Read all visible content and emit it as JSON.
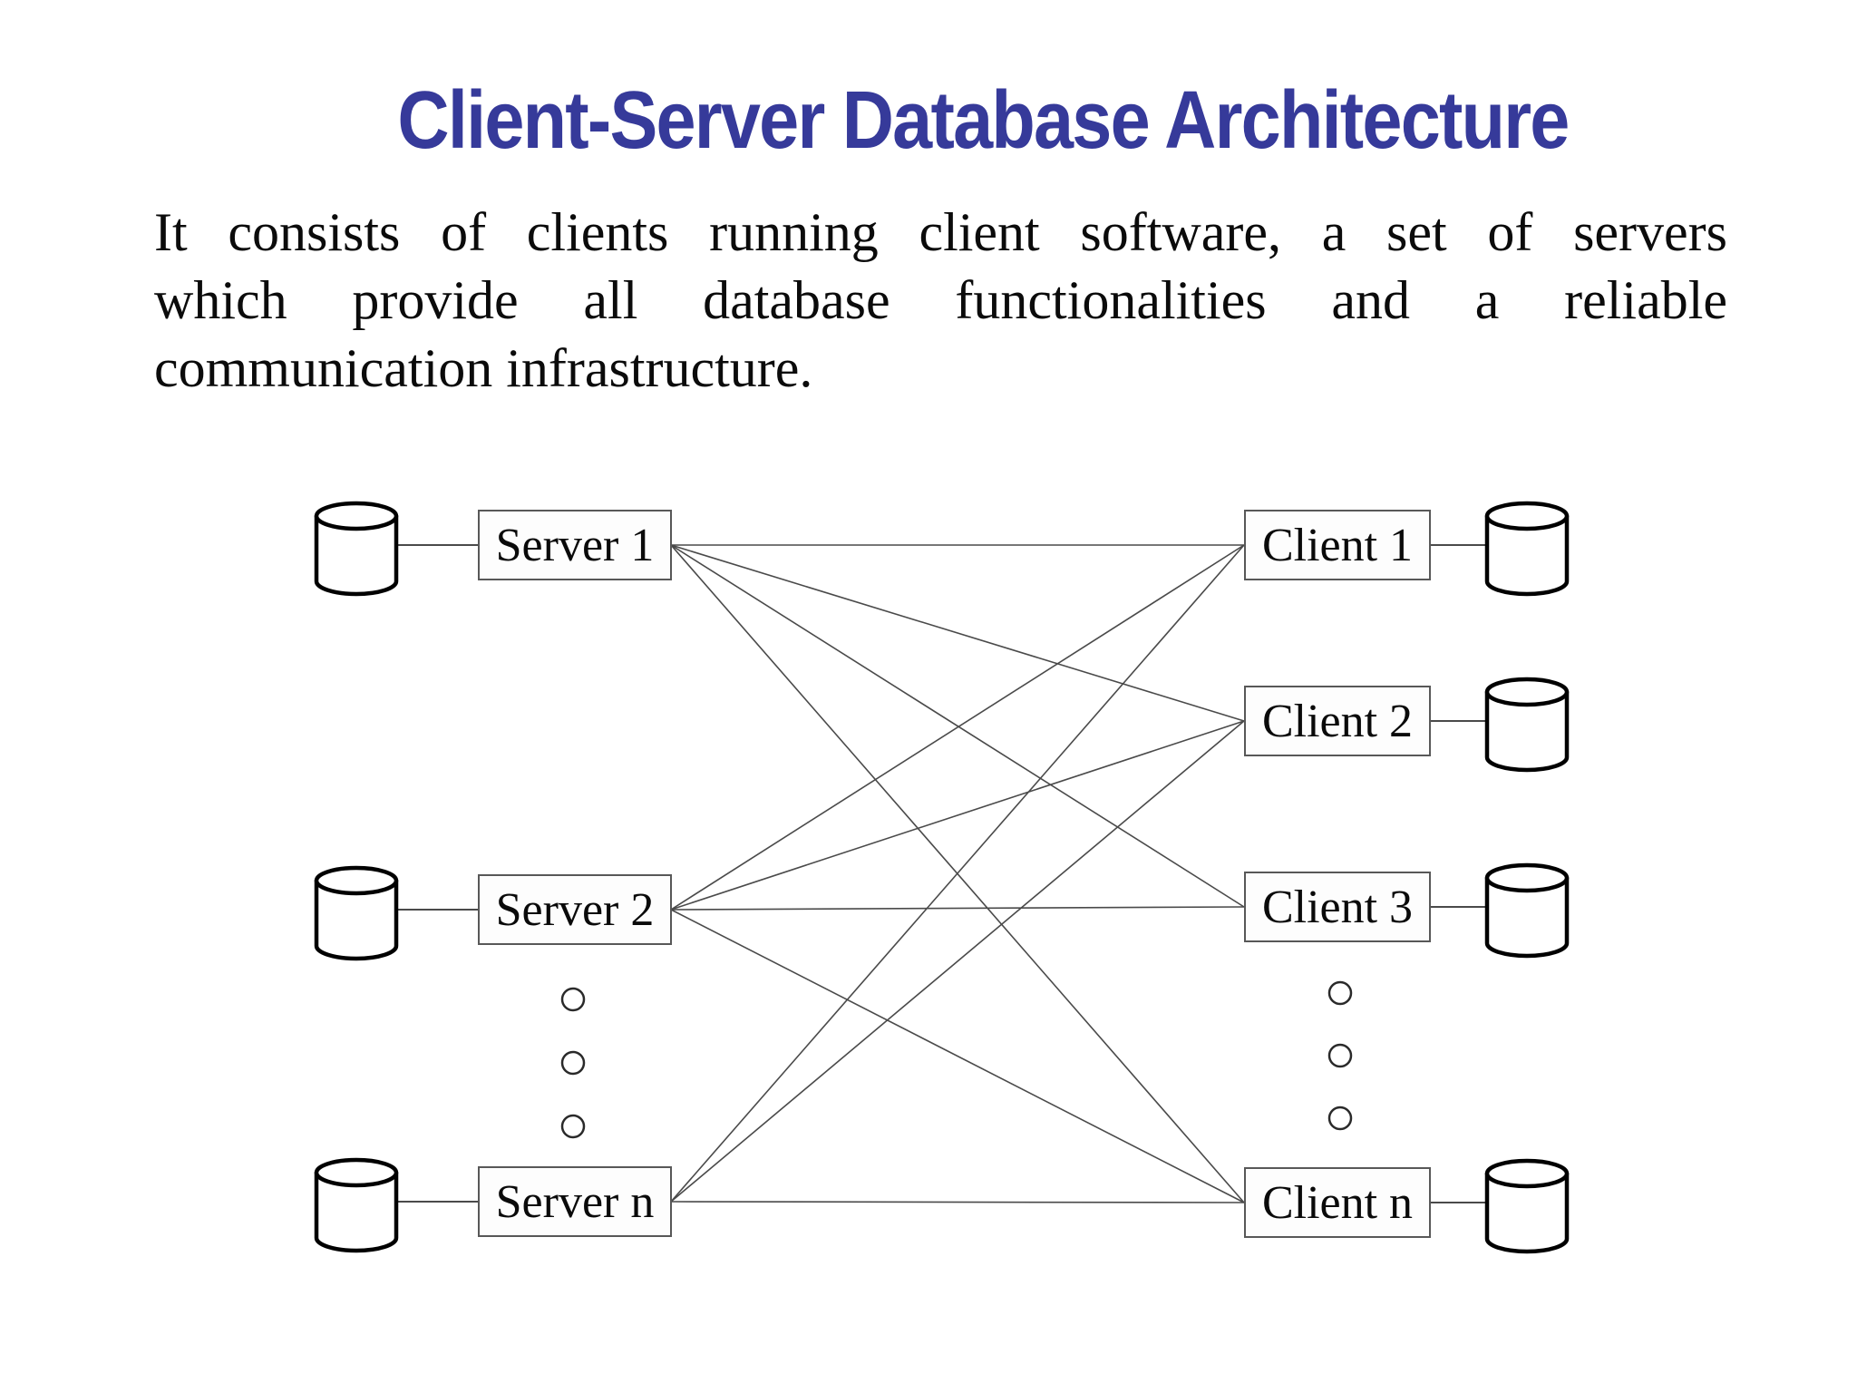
{
  "slide": {
    "title": "Client-Server Database Architecture",
    "body_lines": [
      "It consists of clients running client software, a set of servers",
      "which provide all database functionalities and a reliable",
      "communication infrastructure."
    ]
  },
  "colors": {
    "background": "#ffffff",
    "title_text": "#363a9a",
    "body_text": "#0b0b0b",
    "box_border": "#585858",
    "connection_line": "#4a4a4a",
    "cylinder_stroke": "#000000",
    "ellipsis_dot_stroke": "#2a2a2a"
  },
  "diagram": {
    "servers": [
      {
        "id": "server-1",
        "label": "Server 1"
      },
      {
        "id": "server-2",
        "label": "Server 2"
      },
      {
        "id": "server-n",
        "label": "Server n"
      }
    ],
    "clients": [
      {
        "id": "client-1",
        "label": "Client 1"
      },
      {
        "id": "client-2",
        "label": "Client 2"
      },
      {
        "id": "client-3",
        "label": "Client 3"
      },
      {
        "id": "client-n",
        "label": "Client n"
      }
    ],
    "connections": [
      [
        "server-1",
        "client-1"
      ],
      [
        "server-1",
        "client-2"
      ],
      [
        "server-1",
        "client-3"
      ],
      [
        "server-1",
        "client-n"
      ],
      [
        "server-2",
        "client-1"
      ],
      [
        "server-2",
        "client-2"
      ],
      [
        "server-2",
        "client-3"
      ],
      [
        "server-2",
        "client-n"
      ],
      [
        "server-n",
        "client-1"
      ],
      [
        "server-n",
        "client-2"
      ],
      [
        "server-n",
        "client-n"
      ]
    ],
    "each_server_has_database_icon": true,
    "each_client_has_database_icon": true,
    "server_column_ellipsis_dots": 3,
    "client_column_ellipsis_dots": 3
  }
}
